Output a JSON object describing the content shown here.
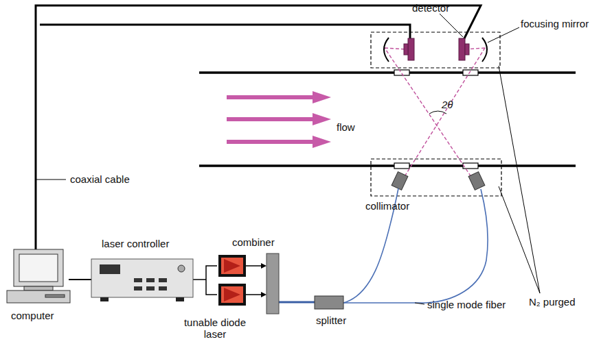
{
  "diagram": {
    "labels": [
      "detector",
      "focusing mirror",
      "2θ",
      "flow",
      "coaxial cable",
      "collimator",
      "N₂ purged",
      "computer",
      "laser controller",
      "combiner",
      "tunable diode laser",
      "splitter",
      "single mode fiber"
    ]
  }
}
